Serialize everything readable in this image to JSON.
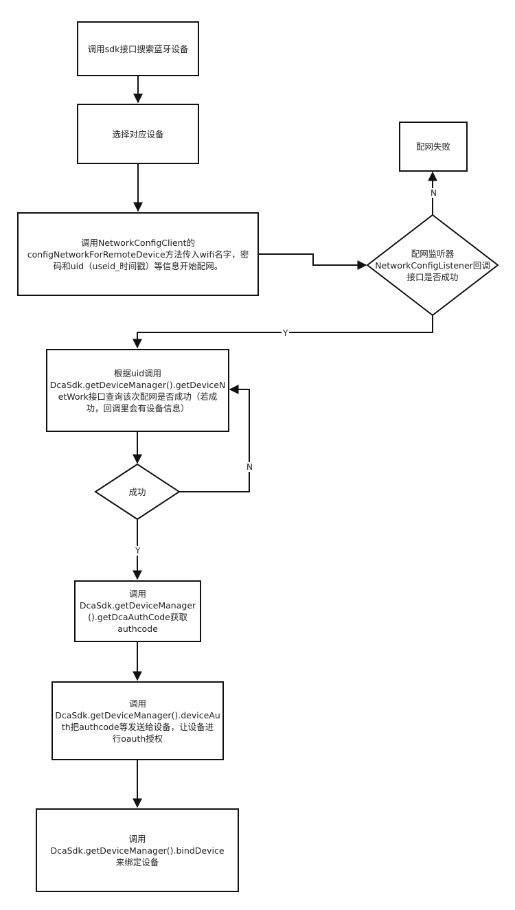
{
  "nodes": {
    "search": {
      "lines": [
        "调用sdk接口搜索蓝牙设备"
      ]
    },
    "select": {
      "lines": [
        "选择对应设备"
      ]
    },
    "config": {
      "lines": [
        "调用NetworkConfigClient的",
        "configNetworkForRemoteDevice方法传入wifi名字，密",
        "码和uid（useid_时间戳）等信息开始配网。"
      ]
    },
    "fail": {
      "lines": [
        "配网失败"
      ]
    },
    "listener": {
      "lines": [
        "配网监听器",
        "NetworkConfigListener回调",
        "接口是否成功"
      ]
    },
    "query": {
      "lines": [
        "根据uid调用",
        "DcaSdk.getDeviceManager().getDeviceN",
        "etWork接口查询该次配网是否成功（若成",
        "功，回调里会有设备信息）"
      ]
    },
    "success": {
      "lines": [
        "成功"
      ]
    },
    "authcode": {
      "lines": [
        "调用",
        "DcaSdk.getDeviceManager",
        "().getDcaAuthCode获取",
        "authcode"
      ]
    },
    "auth": {
      "lines": [
        "调用",
        "DcaSdk.getDeviceManager().deviceAu",
        "th把authcode等发送给设备，让设备进",
        "行oauth授权"
      ]
    },
    "bind": {
      "lines": [
        "调用DcaSdk.getDeviceManager().bindDevice",
        "来绑定设备"
      ]
    }
  },
  "edge_labels": {
    "listener_no": "N",
    "listener_yes": "Y",
    "success_no": "N",
    "success_yes": "Y"
  },
  "colors": {
    "stroke": "#111111",
    "background": "#ffffff"
  }
}
